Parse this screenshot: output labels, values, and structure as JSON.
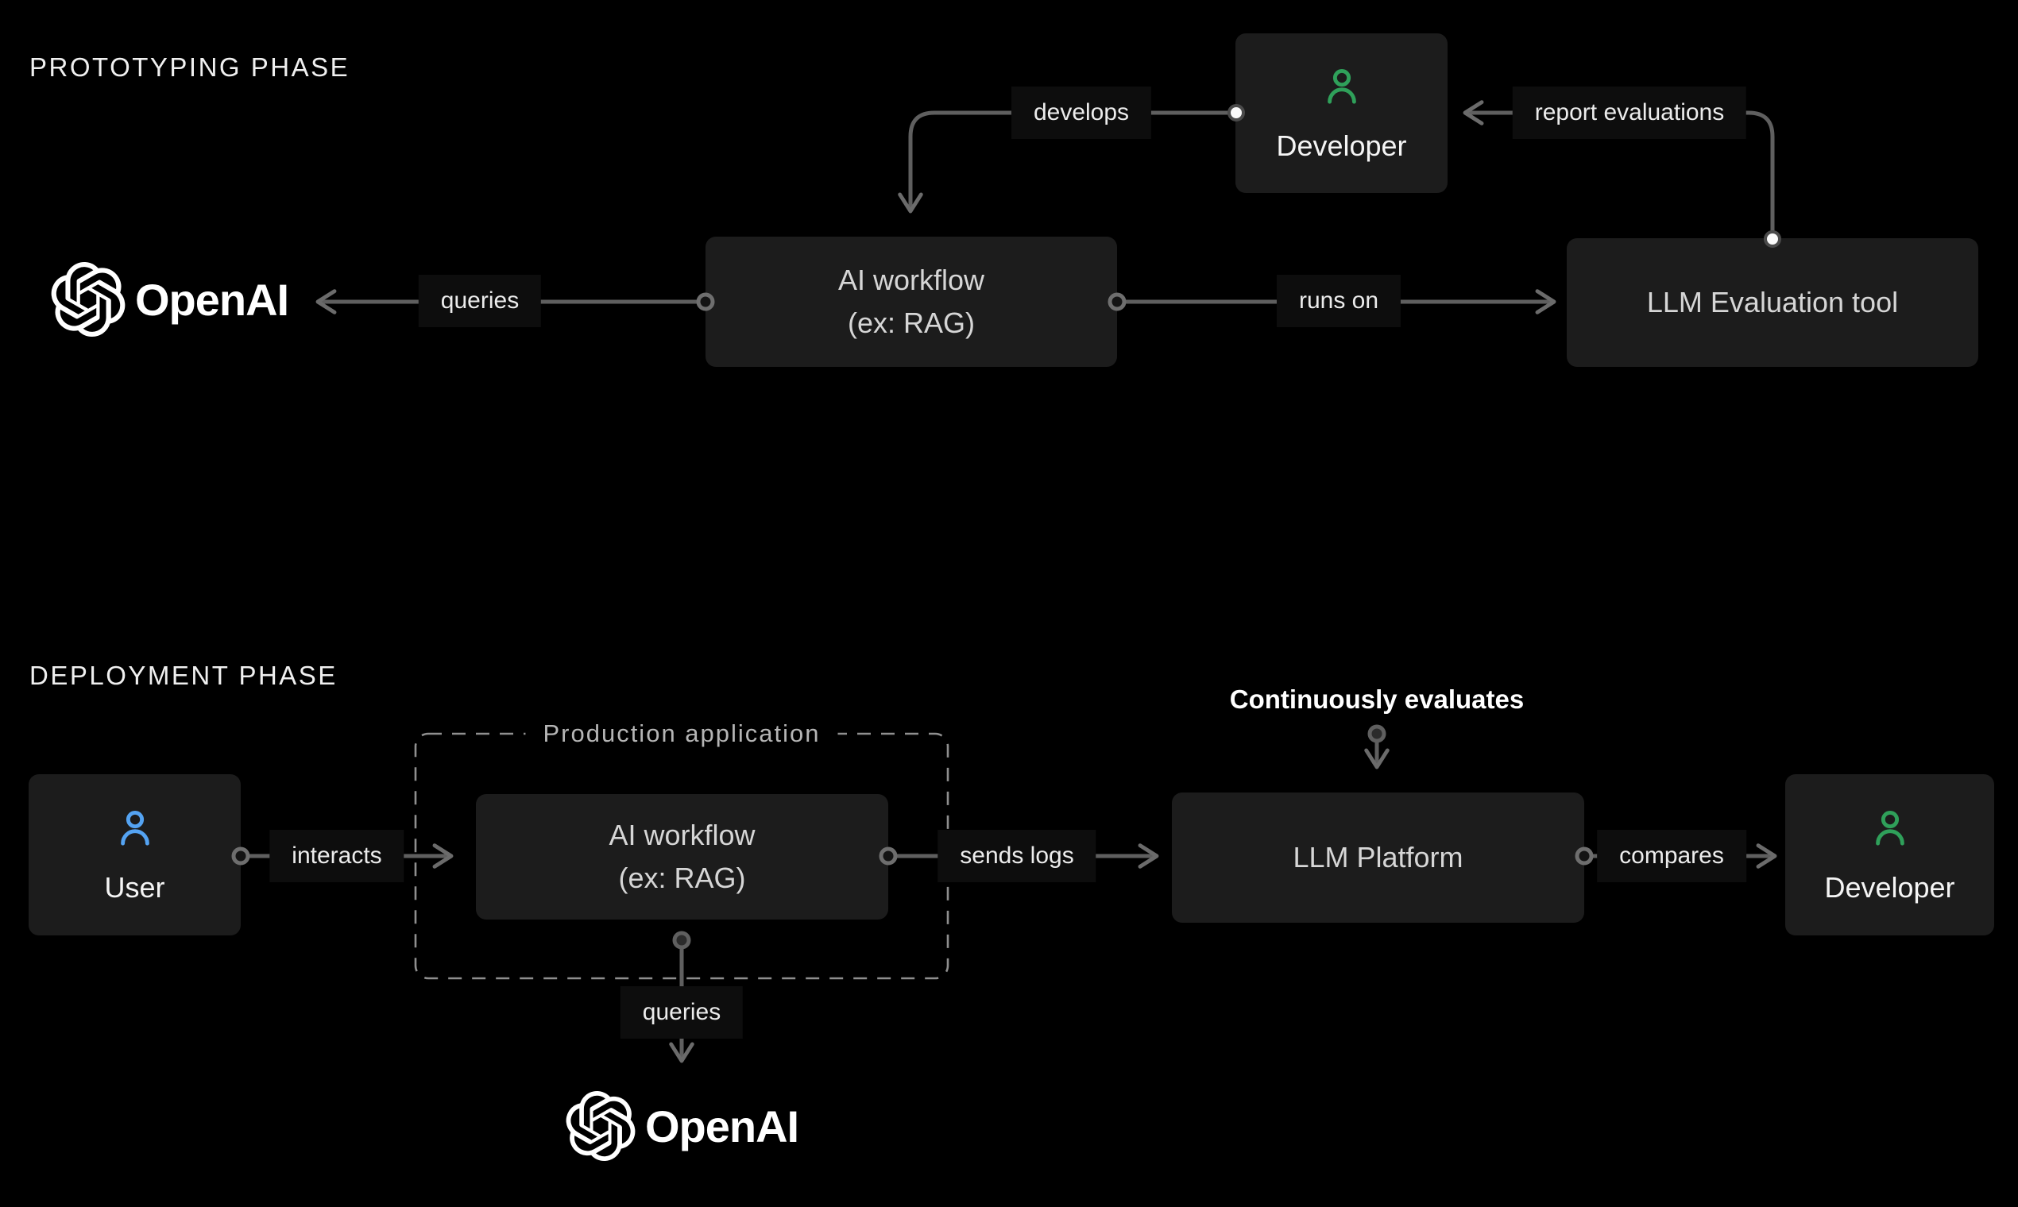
{
  "colors": {
    "background": "#000000",
    "node_fill": "#1c1c1c",
    "node_text": "#d6d6d6",
    "entity_text": "#f5f5f5",
    "line_gray": "#5f5f5f",
    "dashed_border": "#8f8f8f",
    "developer_green": "#2fa05a",
    "user_blue": "#54a3f2",
    "label_bg": "#0d0d0d"
  },
  "phases": {
    "prototyping": {
      "title": "PROTOTYPING PHASE"
    },
    "deployment": {
      "title": "DEPLOYMENT PHASE"
    }
  },
  "nodes": {
    "openai_top": {
      "label": "OpenAI"
    },
    "ai_workflow_top": {
      "line1": "AI workflow",
      "line2": "(ex: RAG)"
    },
    "developer_top": {
      "label": "Developer"
    },
    "llm_evaluation_tool": {
      "label": "LLM Evaluation tool"
    },
    "user": {
      "label": "User"
    },
    "production_application": {
      "title": "Production application"
    },
    "ai_workflow_bottom": {
      "line1": "AI workflow",
      "line2": "(ex: RAG)"
    },
    "llm_platform": {
      "label": "LLM Platform"
    },
    "developer_bottom": {
      "label": "Developer"
    },
    "openai_bottom": {
      "label": "OpenAI"
    }
  },
  "edges": {
    "queries_top": {
      "label": "queries"
    },
    "develops": {
      "label": "develops"
    },
    "runs_on": {
      "label": "runs on"
    },
    "report_evaluations": {
      "label": "report evaluations"
    },
    "interacts": {
      "label": "interacts"
    },
    "sends_logs": {
      "label": "sends logs"
    },
    "compares": {
      "label": "compares"
    },
    "continuously_evaluates": {
      "label": "Continuously evaluates"
    },
    "queries_bottom": {
      "label": "queries"
    }
  }
}
